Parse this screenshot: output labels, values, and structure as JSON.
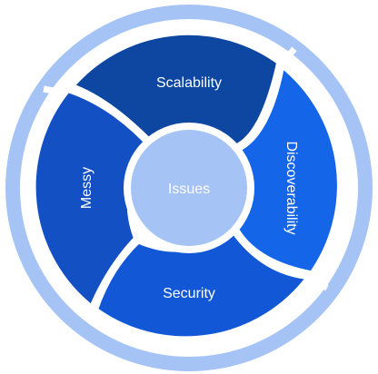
{
  "center": {
    "label": "Issues"
  },
  "segments": [
    {
      "key": "scalability",
      "label": "Scalability",
      "color": "#0D47A1"
    },
    {
      "key": "discoverability",
      "label": "Discoverability",
      "color": "#1565E8"
    },
    {
      "key": "security",
      "label": "Security",
      "color": "#1258D6"
    },
    {
      "key": "messy",
      "label": "Messy",
      "color": "#1250C4"
    }
  ],
  "colors": {
    "outer_ring": "#A5C4F5",
    "center_fill": "#A5C4F5",
    "separator": "#FFFFFF",
    "label_text": "#FFFFFF"
  }
}
